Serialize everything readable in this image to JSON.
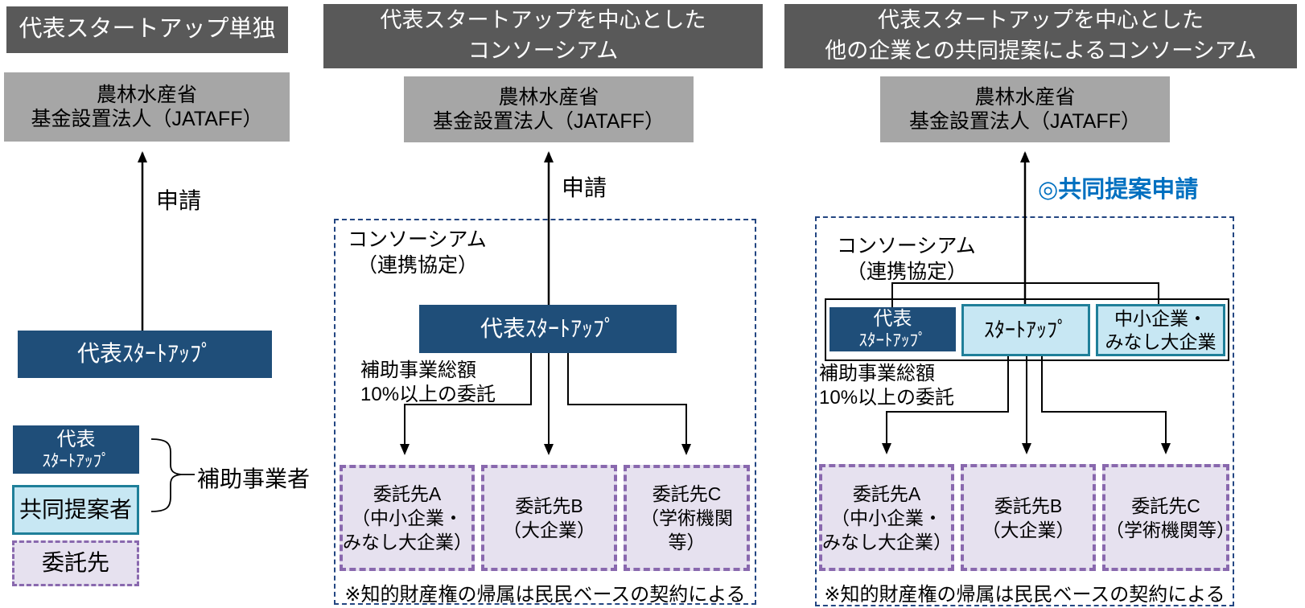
{
  "colors": {
    "header_bg": "#595959",
    "jataff_bg": "#A6A6A6",
    "navy": "#1F4E79",
    "light_blue_fill": "#C7E7F3",
    "teal_border": "#1F7F99",
    "lavender_fill": "#E6E1EF",
    "purple_dashed_border": "#8968AE",
    "consortium_dashed_border": "#234682",
    "joint_apply_blue": "#0070C0"
  },
  "columns": {
    "left": {
      "header": "代表スタートアップ単独",
      "jataff_lines": [
        "農林水産省",
        "基金設置法人（JATAFF）"
      ],
      "apply_label": "申請",
      "rep_label": "代表ｽﾀｰﾄｱｯﾌﾟ"
    },
    "middle": {
      "header_lines": [
        "代表スタートアップを中心とした",
        "コンソーシアム"
      ],
      "jataff_lines": [
        "農林水産省",
        "基金設置法人（JATAFF）"
      ],
      "apply_label": "申請",
      "consortium_lines": [
        "コンソーシアム",
        "（連携協定）"
      ],
      "rep_label": "代表ｽﾀｰﾄｱｯﾌﾟ",
      "entrust_lines": [
        "補助事業総額",
        "10%以上の委託"
      ],
      "contractors": [
        {
          "lines": [
            "委託先A",
            "（中小企業・",
            "みなし大企業）"
          ]
        },
        {
          "lines": [
            "委託先B",
            "（大企業）"
          ]
        },
        {
          "lines": [
            "委託先C",
            "（学術機関等）"
          ]
        }
      ],
      "ip_note": "※知的財産権の帰属は民民ベースの契約による"
    },
    "right": {
      "header_lines": [
        "代表スタートアップを中心とした",
        "他の企業との共同提案によるコンソーシアム"
      ],
      "jataff_lines": [
        "農林水産省",
        "基金設置法人（JATAFF）"
      ],
      "apply_label": "◎共同提案申請",
      "consortium_lines": [
        "コンソーシアム",
        "（連携協定）"
      ],
      "members": [
        {
          "lines": [
            "代表",
            "ｽﾀｰﾄｱｯﾌﾟ"
          ]
        },
        {
          "lines": [
            "ｽﾀｰﾄｱｯﾌﾟ"
          ]
        },
        {
          "lines": [
            "中小企業・",
            "みなし大企業"
          ]
        }
      ],
      "entrust_lines": [
        "補助事業総額",
        "10%以上の委託"
      ],
      "contractors": [
        {
          "lines": [
            "委託先A",
            "（中小企業・",
            "みなし大企業）"
          ]
        },
        {
          "lines": [
            "委託先B",
            "（大企業）"
          ]
        },
        {
          "lines": [
            "委託先C",
            "（学術機関等）"
          ]
        }
      ],
      "ip_note": "※知的財産権の帰属は民民ベースの契約による"
    }
  },
  "legend": {
    "representative_lines": [
      "代表",
      "ｽﾀｰﾄｱｯﾌﾟ"
    ],
    "joint_proposer": "共同提案者",
    "contractor": "委託先",
    "brace_label": "補助事業者"
  }
}
